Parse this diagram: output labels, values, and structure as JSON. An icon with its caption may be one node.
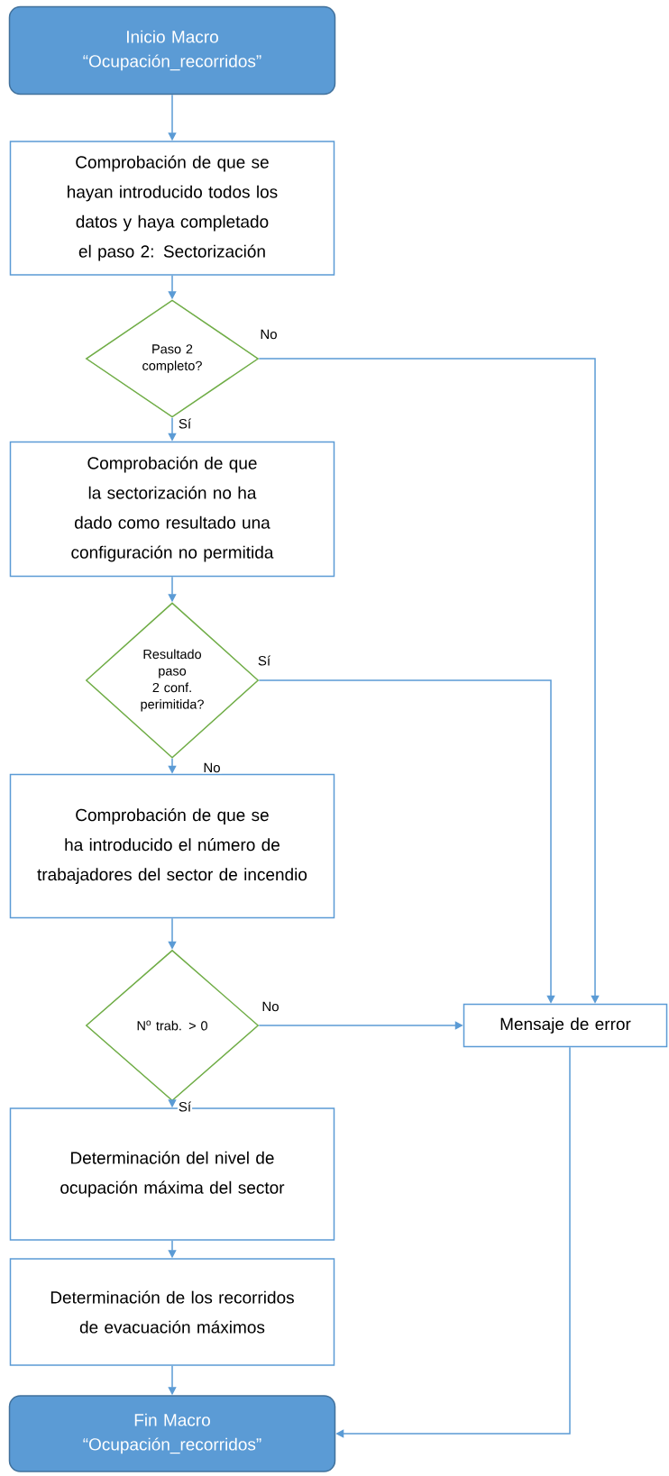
{
  "diagram": {
    "nodes": [
      {
        "text": [
          "Inicio Macro “Ocupación_recorridos”"
        ]
      },
      {
        "text": [
          "Comprobación de que se hayan introducido todos los datos y haya completado el paso 2: Sectorización"
        ]
      },
      {
        "text": [
          "Paso 2 completo?"
        ]
      },
      {
        "text": [
          "Comprobación de que la sectorización no ha dado como resultado una configuración no permitida"
        ]
      },
      {
        "text": [
          "Resultado paso 2 conf. perimitida?"
        ]
      },
      {
        "text": [
          "Comprobación de que se ha introducido el número de trabajadores del sector de incendio"
        ]
      },
      {
        "text": [
          "N$^{o}$ trab. > 0"
        ]
      },
      {
        "text": [
          "Mensaje de error"
        ]
      },
      {
        "text": [
          "Determinación del nivel de ocupación máxima del sector"
        ]
      },
      {
        "text": [
          "Determinación de los recorridos de evacuación máximos"
        ]
      },
      {
        "text": [
          "Fin Macro “Ocupación_recorridos”"
        ]
      }
    ],
    "edges": [
      {
        "from": 0,
        "to": 1,
        "arrow": "to"
      },
      {
        "from": 1,
        "to": 2,
        "arrow": "to"
      },
      {
        "from": 2,
        "to": 3,
        "arrow": "to",
        "label": "Sí"
      },
      {
        "from": 2,
        "to": 7,
        "arrow": "to",
        "label": "No"
      },
      {
        "from": 3,
        "to": 4,
        "arrow": "to"
      },
      {
        "from": 4,
        "to": 5,
        "arrow": "to",
        "label": "No"
      },
      {
        "from": 4,
        "to": 7,
        "arrow": "to",
        "label": "Sí"
      },
      {
        "from": 5,
        "to": 6,
        "arrow": "to"
      },
      {
        "from": 6,
        "to": 7,
        "arrow": "to",
        "label": "No"
      },
      {
        "from": 6,
        "to": 8,
        "arrow": "to",
        "label": "Sí"
      },
      {
        "from": 8,
        "to": 9,
        "arrow": "to"
      },
      {
        "from": 9,
        "to": 10,
        "arrow": "to"
      },
      {
        "from": 7,
        "to": 10,
        "arrow": "to"
      }
    ]
  }
}
